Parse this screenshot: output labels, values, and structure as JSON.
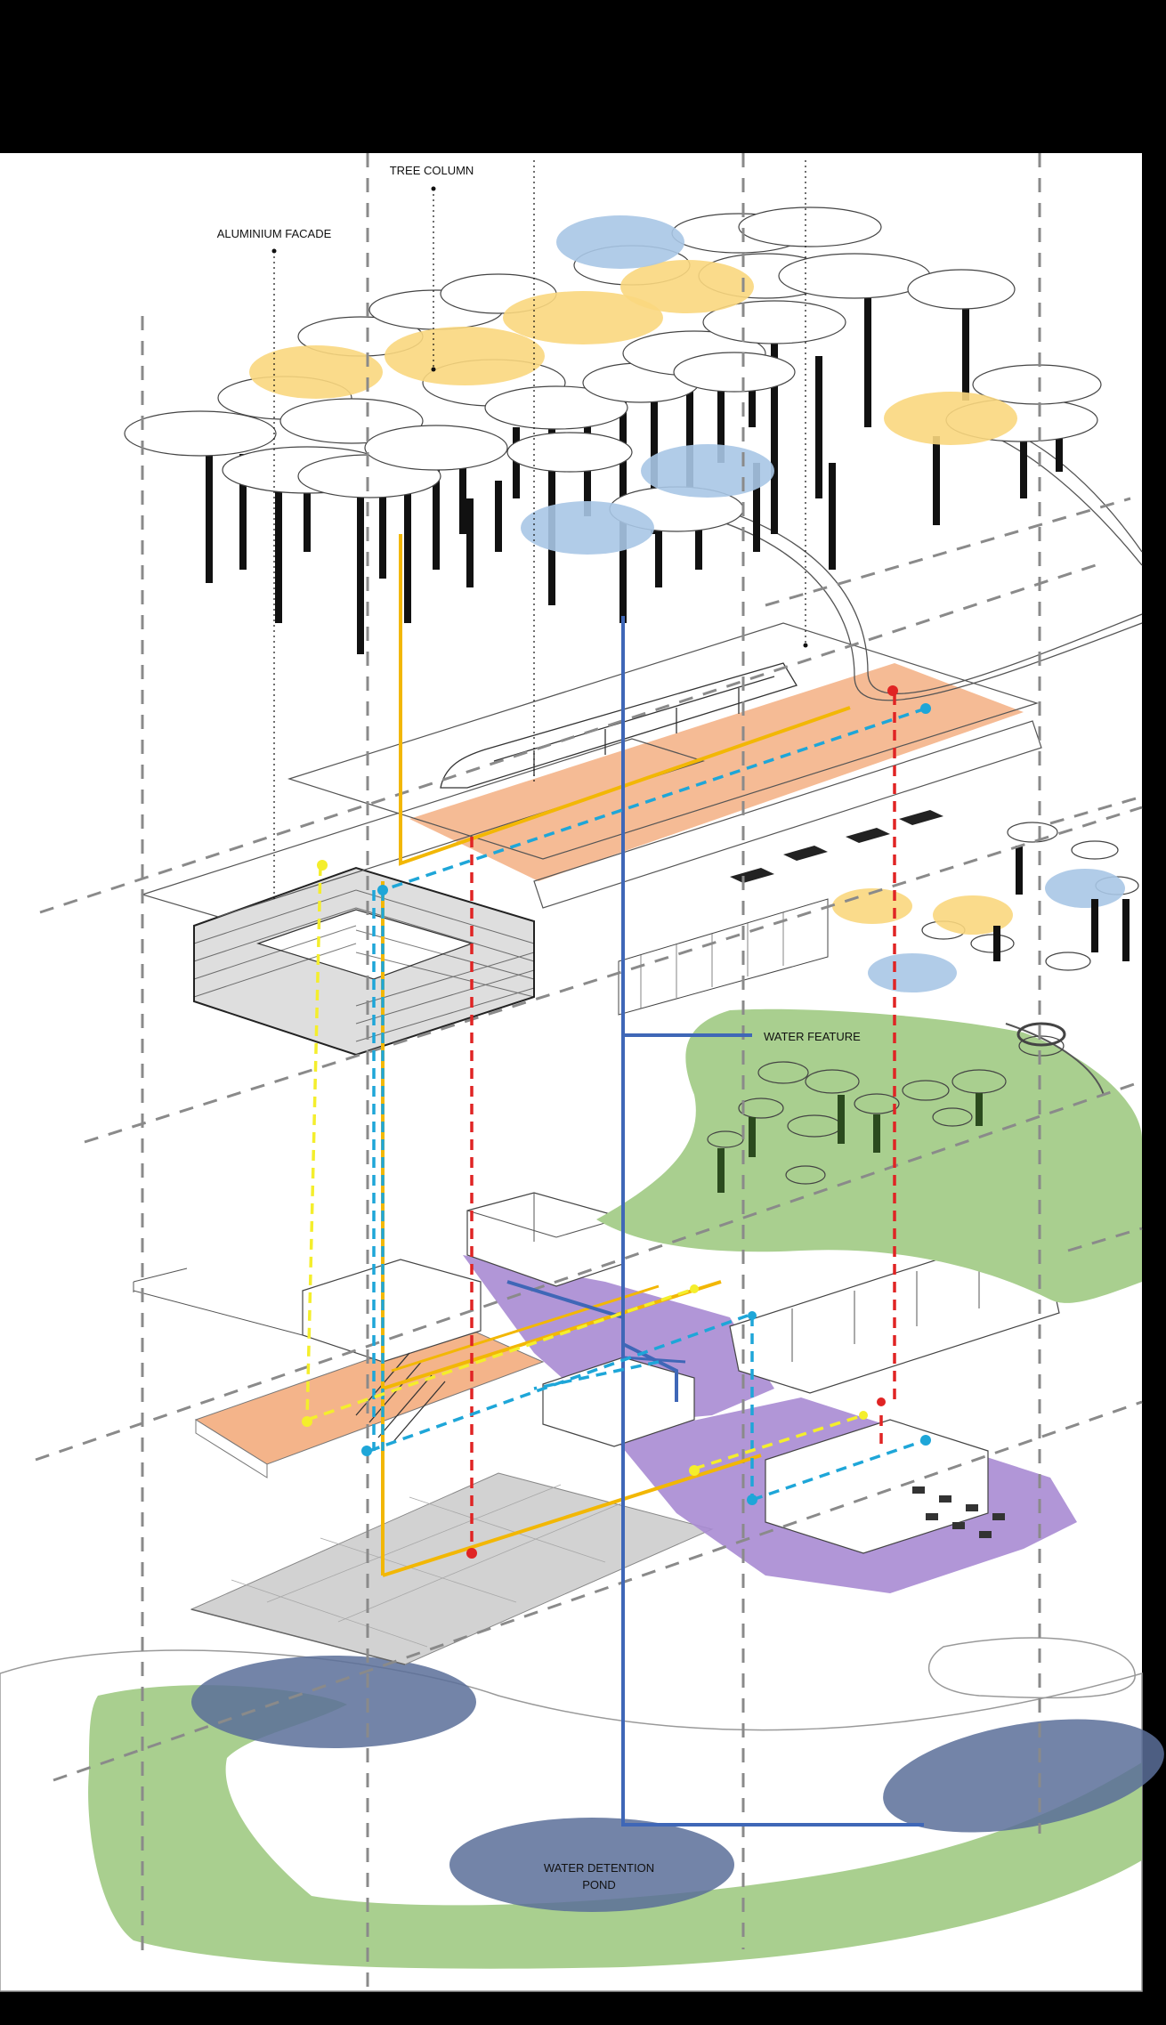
{
  "labels": {
    "tree_column": "TREE COLUMN",
    "aluminium_facade": "ALUMINIUM FACADE",
    "water_feature": "WATER FEATURE",
    "pond_line1": "WATER DETENTION",
    "pond_line2": "POND"
  },
  "colors": {
    "background_frame": "#000000",
    "canvas": "#ffffff",
    "canopy_yellow": "#f9d77e",
    "canopy_blue": "#a9c6e6",
    "deck_orange": "#f4b48a",
    "platform_purple": "#a98bd3",
    "park_green": "#a9cf8f",
    "pond_navy": "#5b6f99",
    "plaza_gray": "#d2d2d2",
    "line_yellow": "#f2b705",
    "line_blue": "#3f67b7",
    "dash_red": "#e02424",
    "dash_cyan": "#1ea6d8",
    "dash_lemon": "#f4ee2c",
    "guide_gray": "#8a8a8a"
  },
  "icons": [
    "tree-canopy-icon",
    "train-icon",
    "escalator-icon",
    "dining-table-icon"
  ]
}
